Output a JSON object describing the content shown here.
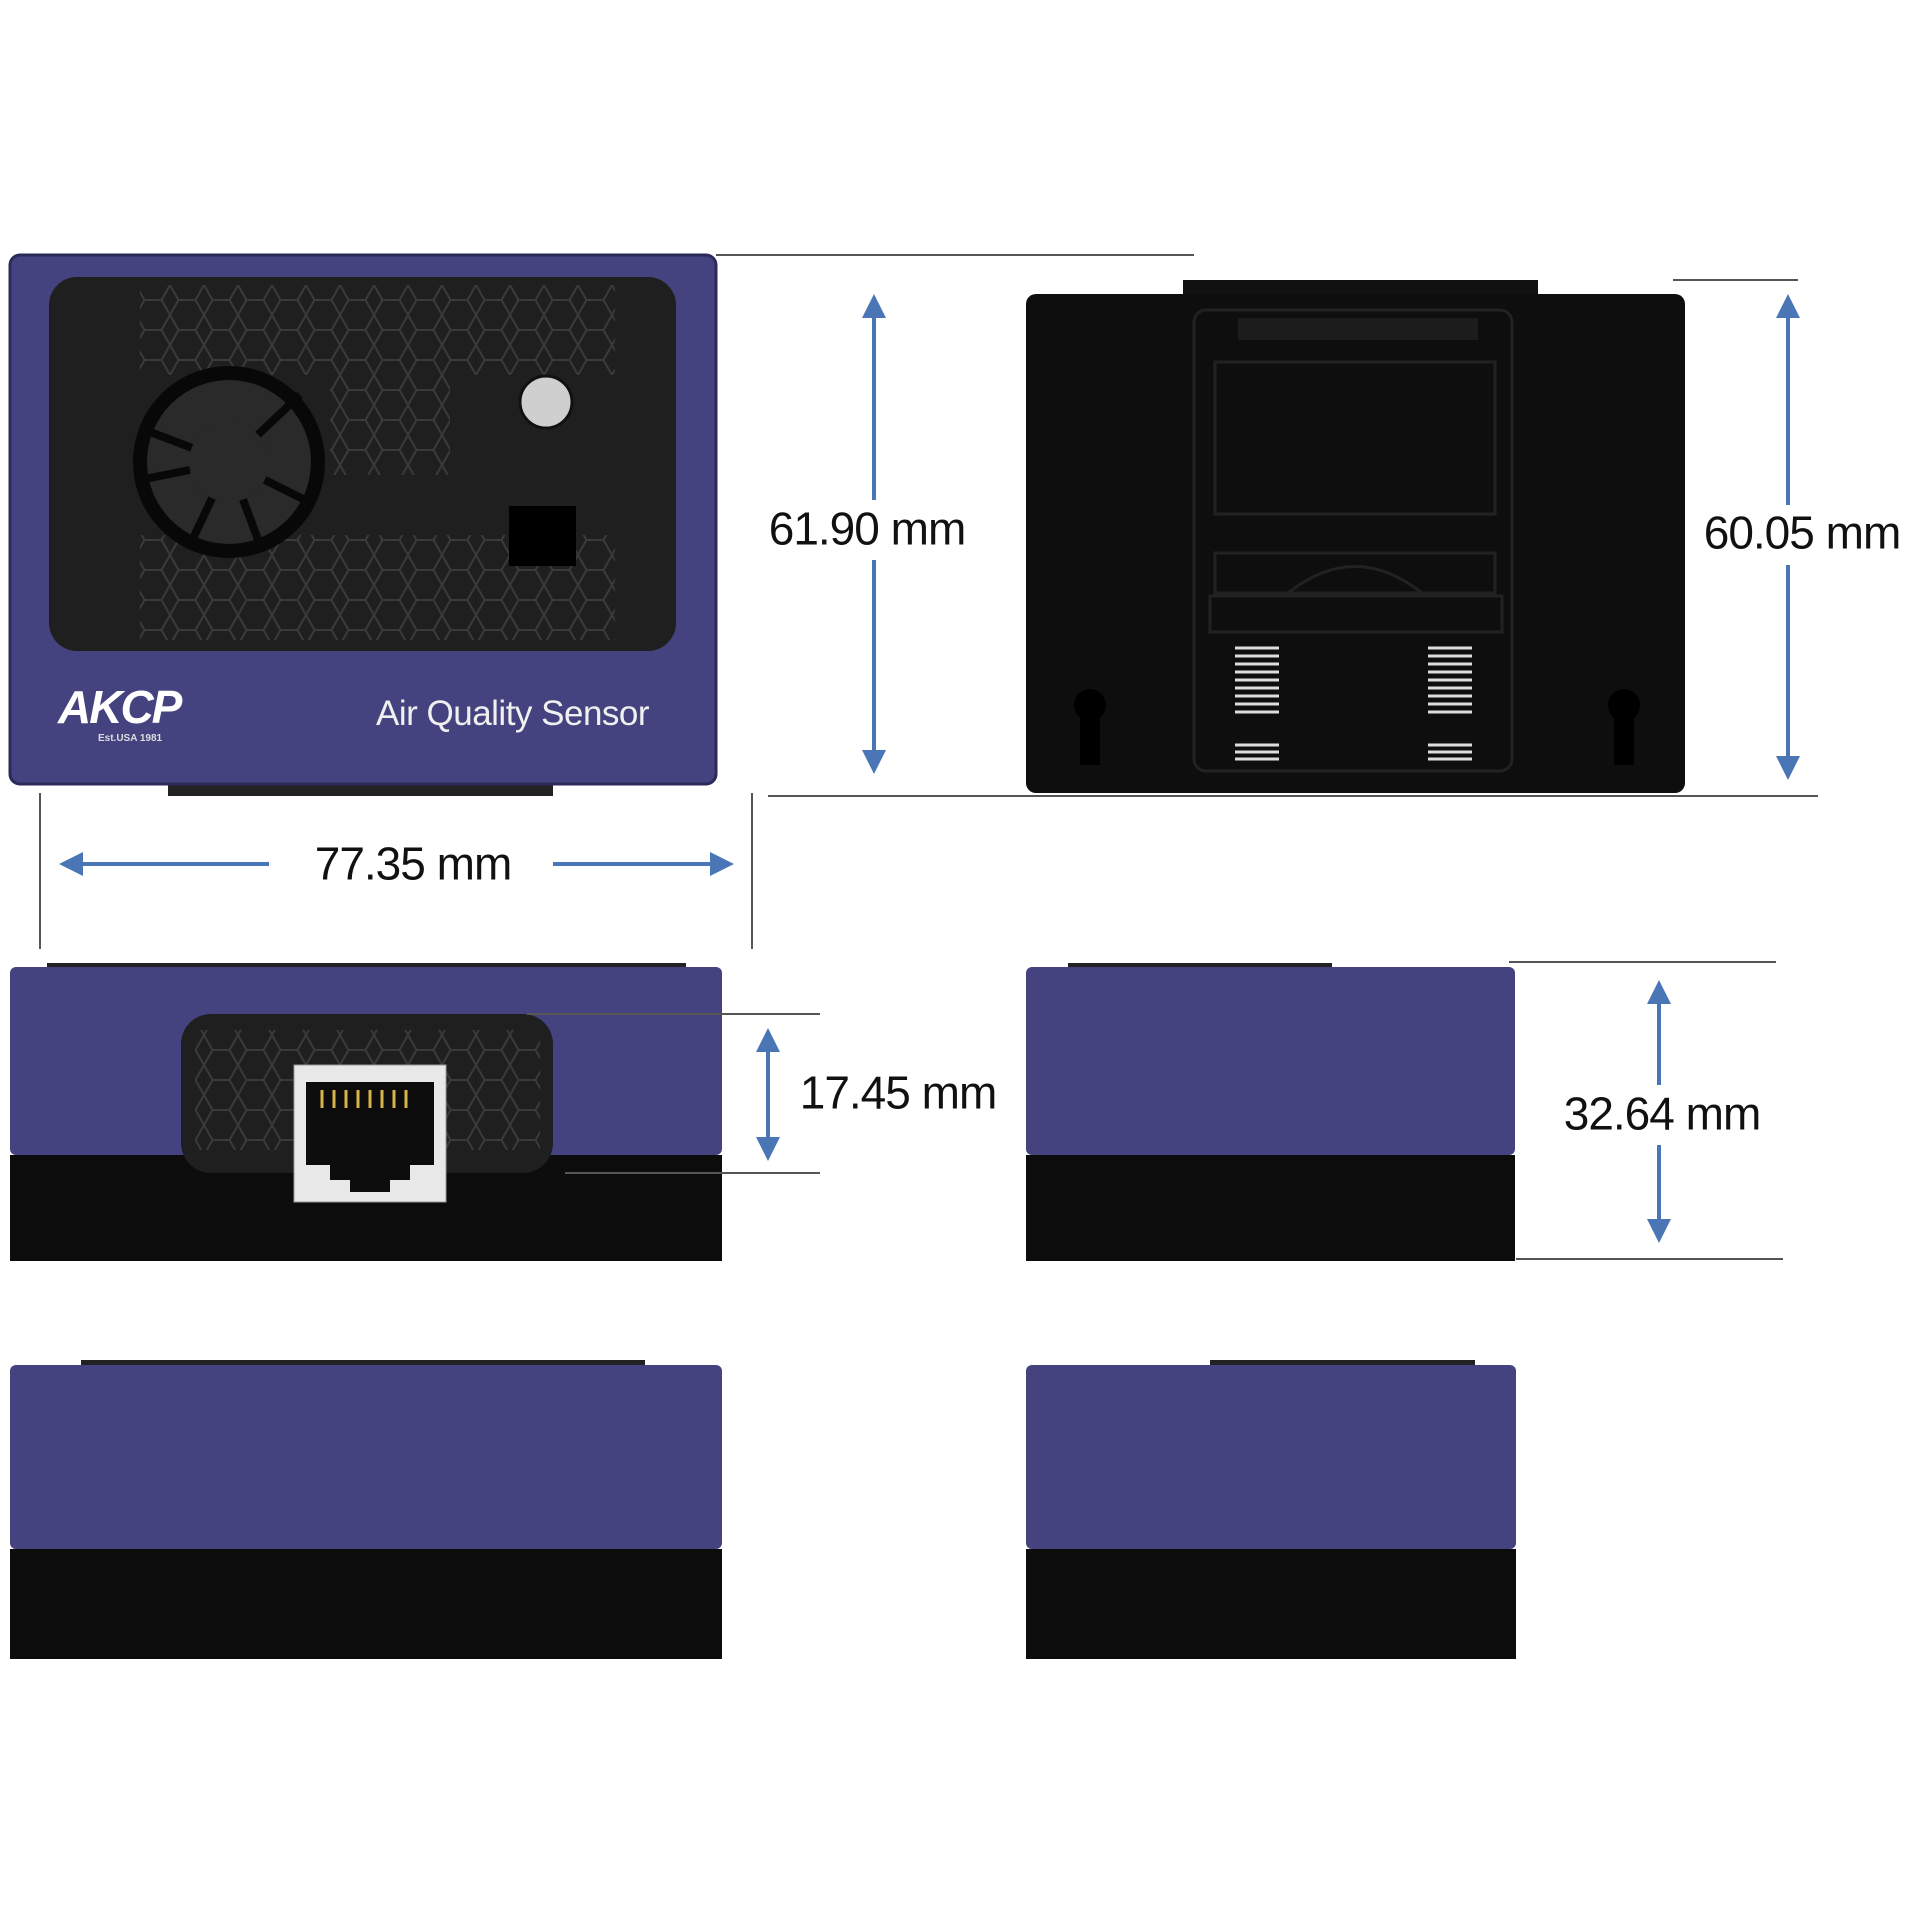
{
  "front_view": {
    "brand": "AKCP",
    "brand_tagline": "Est.USA 1981",
    "product_label": "Air Quality Sensor"
  },
  "dimensions": {
    "front_height": "61.90 mm",
    "back_height": "60.05 mm",
    "width": "77.35 mm",
    "port_height": "17.45 mm",
    "depth": "32.64 mm"
  },
  "colors": {
    "housing": "#45437f",
    "arrow": "#4a76b5",
    "base": "#0c0c0c"
  }
}
